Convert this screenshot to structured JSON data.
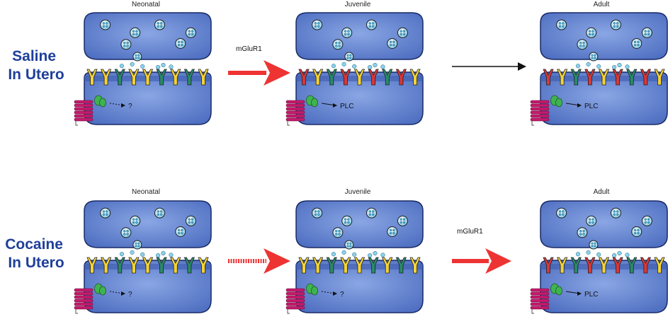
{
  "rows": [
    {
      "title_lines": [
        "Saline",
        "In Utero"
      ],
      "stages": [
        {
          "label": "Neonatal",
          "pathway_label": "?",
          "receptor_pattern": [
            "yellow",
            "yellow",
            "green",
            "yellow",
            "yellow",
            "green",
            "yellow",
            "green",
            "yellow"
          ],
          "pathway_dashed": true
        },
        {
          "label": "Juvenile",
          "pathway_label": "PLC",
          "receptor_pattern": [
            "red",
            "yellow",
            "green",
            "red",
            "yellow",
            "red",
            "green",
            "red",
            "yellow"
          ],
          "pathway_dashed": false
        },
        {
          "label": "Adult",
          "pathway_label": "PLC",
          "receptor_pattern": [
            "red",
            "yellow",
            "green",
            "red",
            "yellow",
            "red",
            "green",
            "red",
            "yellow"
          ],
          "pathway_dashed": false
        }
      ],
      "transitions": [
        {
          "label": "mGluR1",
          "style": "red-solid"
        },
        {
          "label": "",
          "style": "black-thin"
        }
      ]
    },
    {
      "title_lines": [
        "Cocaine",
        "In Utero"
      ],
      "stages": [
        {
          "label": "Neonatal",
          "pathway_label": "?",
          "receptor_pattern": [
            "yellow",
            "yellow",
            "green",
            "yellow",
            "yellow",
            "green",
            "yellow",
            "green",
            "yellow"
          ],
          "pathway_dashed": true
        },
        {
          "label": "Juvenile",
          "pathway_label": "?",
          "receptor_pattern": [
            "yellow",
            "yellow",
            "green",
            "yellow",
            "yellow",
            "green",
            "yellow",
            "green",
            "yellow"
          ],
          "pathway_dashed": true
        },
        {
          "label": "Adult",
          "pathway_label": "PLC",
          "receptor_pattern": [
            "red",
            "yellow",
            "green",
            "red",
            "yellow",
            "red",
            "green",
            "red",
            "yellow"
          ],
          "pathway_dashed": false
        }
      ],
      "transitions": [
        {
          "label": "",
          "style": "red-dashed"
        },
        {
          "label": "mGluR1",
          "style": "red-solid"
        }
      ]
    }
  ],
  "colors": {
    "cell_fill": "#6f8fd6",
    "cell_stroke": "#1a2a66",
    "vesicle": "#8ad3ec",
    "receptor_yellow": "#f2d23a",
    "receptor_green": "#2a8a6a",
    "receptor_red": "#d83838",
    "gprotein": "#3fb34f",
    "mglur": "#c8196e",
    "title": "#1f3f9a",
    "arrow_red": "#ee3333"
  }
}
